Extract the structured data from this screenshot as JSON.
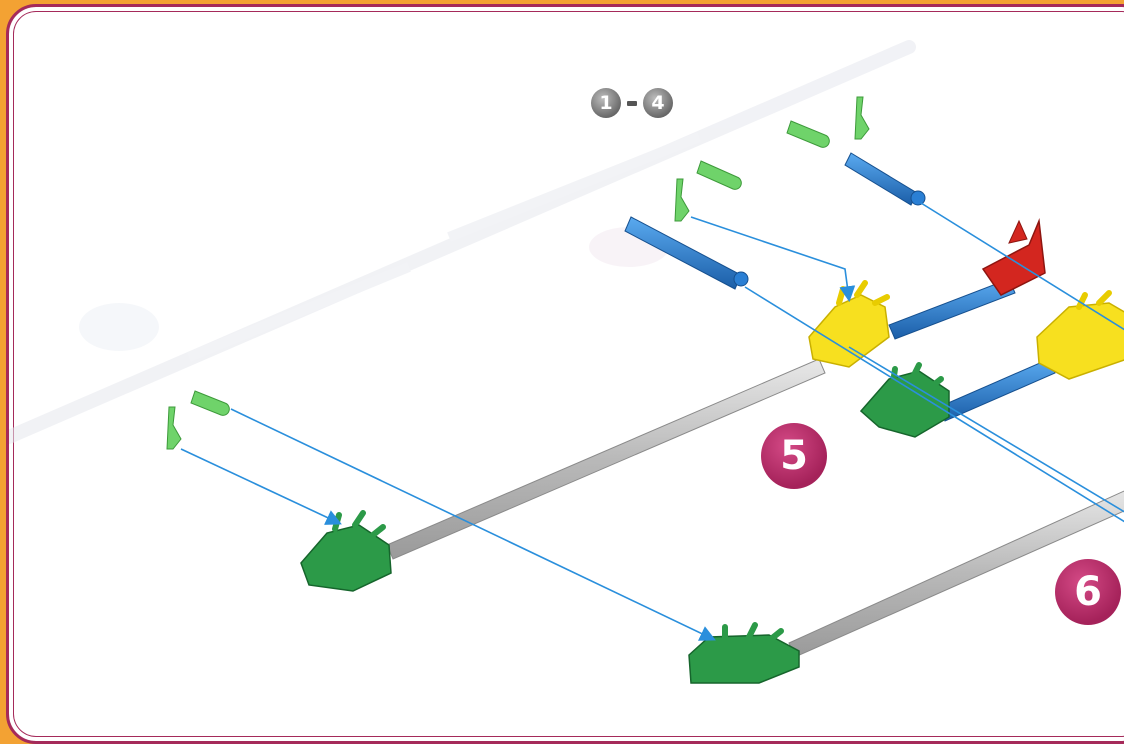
{
  "step_reference": {
    "from": "1",
    "to": "4"
  },
  "steps": [
    {
      "number": "5"
    },
    {
      "number": "6"
    }
  ],
  "colors": {
    "page_background": "#f3a233",
    "frame_border": "#a52a5a",
    "step_badge": "#b8336a",
    "step_reference_badge": "#7a7a7a",
    "arrow": "#2a8fdc",
    "rod_gray": "#c9c9c9",
    "rod_blue": "#2a7fd4",
    "connector_green": "#2c9a48",
    "connector_yellow": "#f7e01f",
    "connector_red": "#d3261f",
    "clip_green": "#6fd36a"
  },
  "parts": [
    "gray-rod",
    "blue-rod",
    "green-connector",
    "yellow-connector",
    "red-connector",
    "green-clip",
    "green-pin"
  ]
}
